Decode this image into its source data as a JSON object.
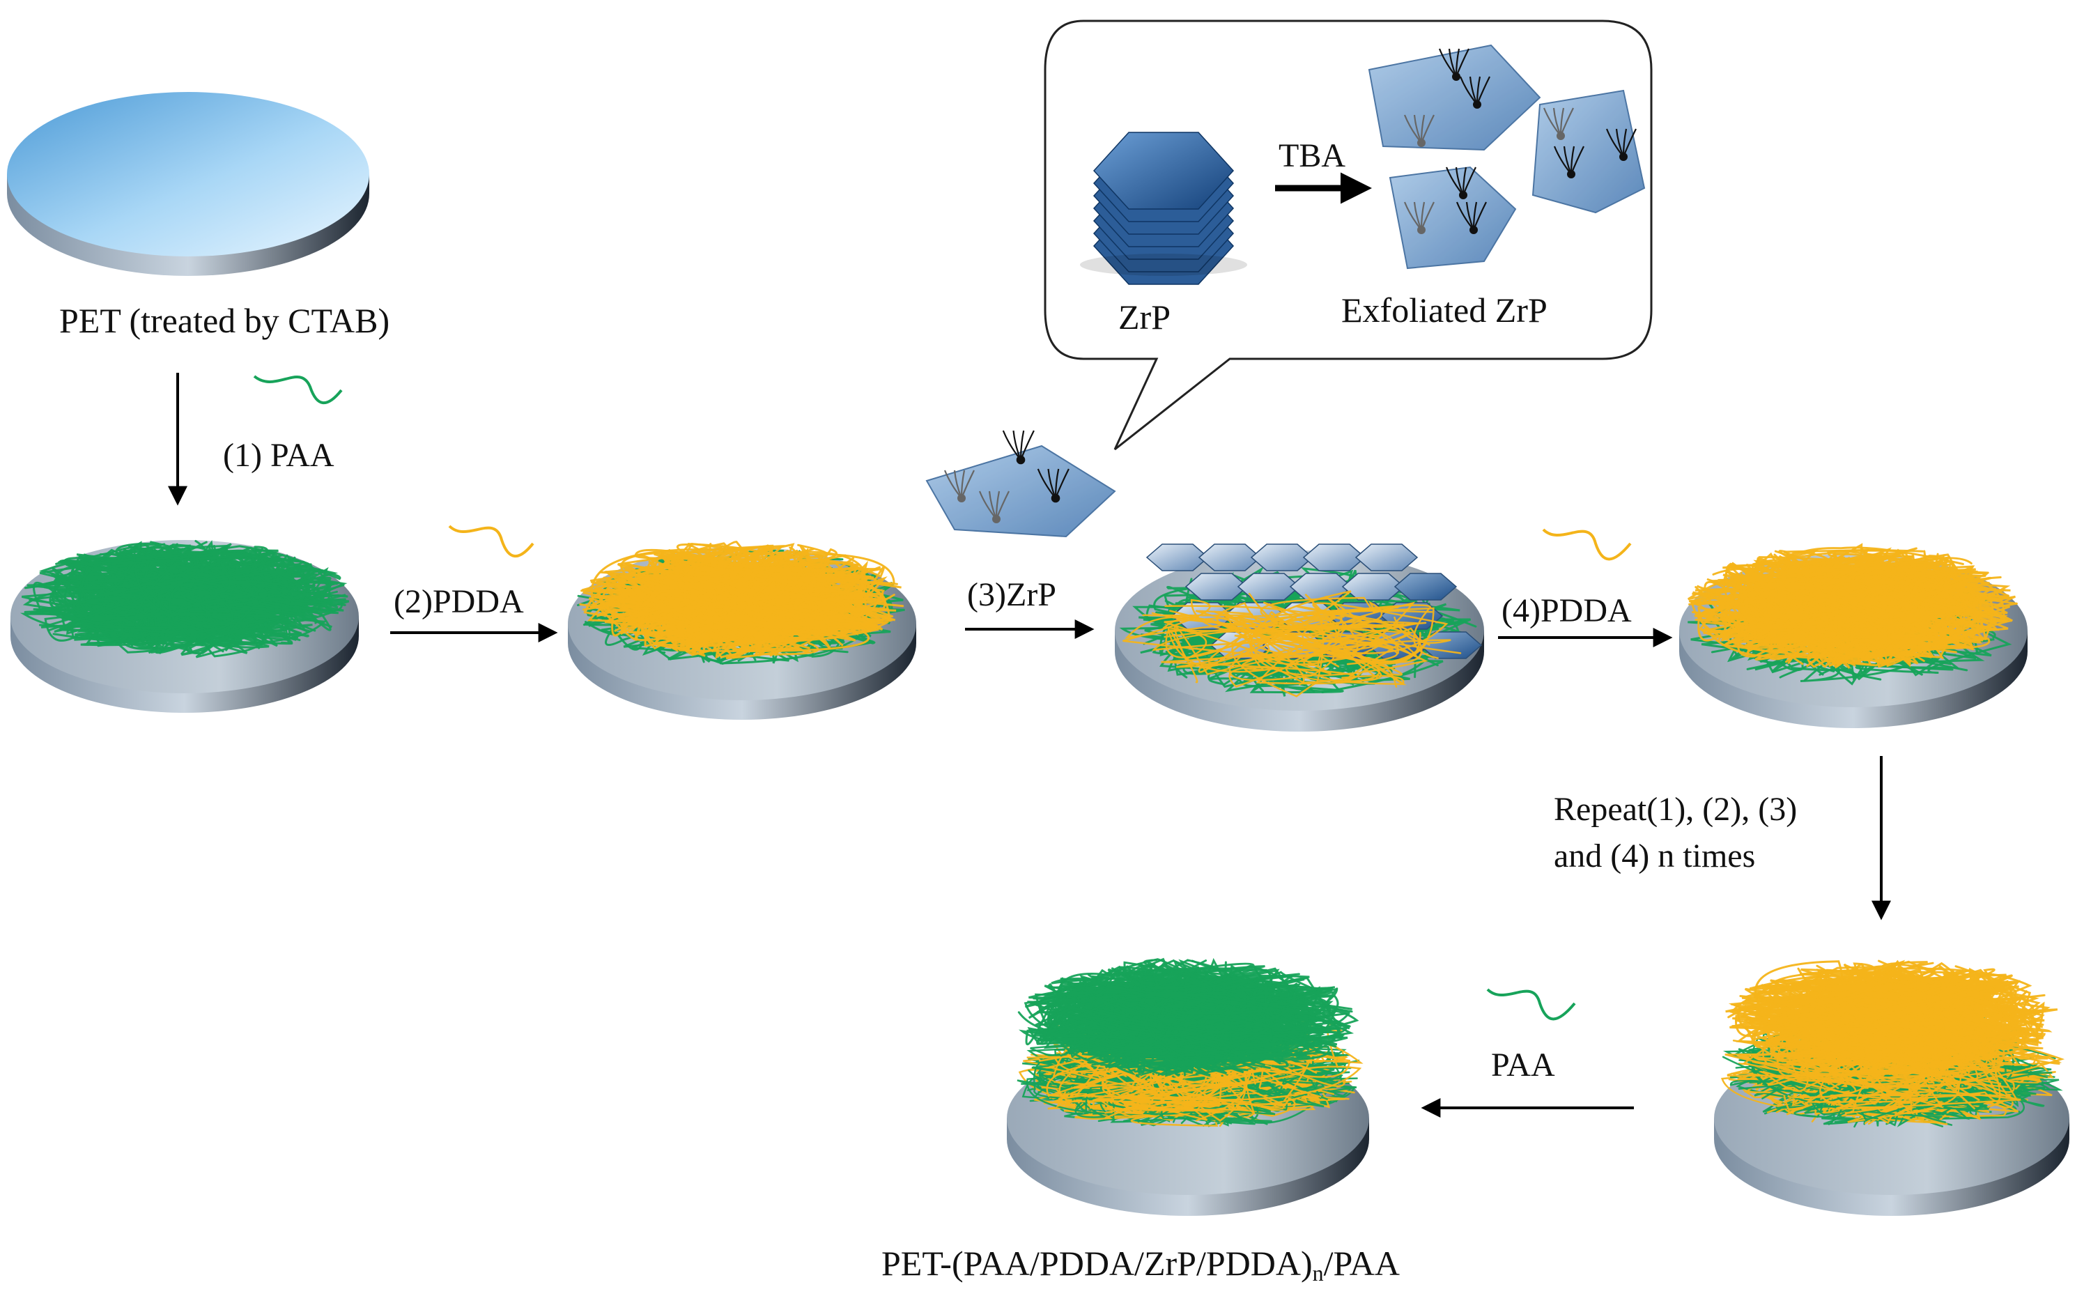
{
  "labels": {
    "pet_substrate": "PET (treated by CTAB)",
    "step1": "(1) PAA",
    "step2": "(2)PDDA",
    "step3": "(3)ZrP",
    "step4": "(4)PDDA",
    "repeat_line1": "Repeat(1), (2), (3)",
    "repeat_line2": "and (4) n times",
    "paa_final": "PAA",
    "inset_tba": "TBA",
    "inset_zrp": "ZrP",
    "inset_exfoliated": "Exfoliated  ZrP",
    "final_product_prefix": "PET-(PAA/PDDA/ZrP/PDDA)",
    "final_product_sub": "n",
    "final_product_suffix": "/PAA"
  },
  "colors": {
    "paa_green": "#17a35a",
    "pdda_yellow": "#f4b41a",
    "zrp_blue": "#3f6fa8",
    "disc_blue": "#8fc6ef"
  }
}
